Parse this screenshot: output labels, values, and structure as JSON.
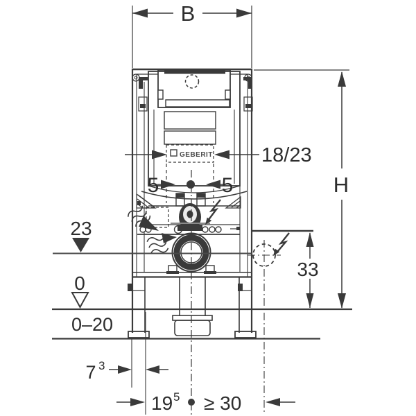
{
  "diagram": {
    "kind": "sanitary-installation-element-front-view",
    "brand_label": "GEBERIT",
    "labels": {
      "width": "B",
      "height": "H",
      "plate_size": "18/23",
      "offset_left": "5",
      "offset_right": "5",
      "supply_level": "23",
      "floor_level": "0",
      "foot_adjust_range": "0–20",
      "outlet_height": "33",
      "dim7_base": "7",
      "dim7_sup": "3",
      "dim19_base": "19",
      "dim19_sup": "5",
      "min_distance": "≥ 30"
    },
    "colors": {
      "line": "#3a3a3a",
      "text": "#2d2d2d",
      "background": "#ffffff"
    }
  }
}
